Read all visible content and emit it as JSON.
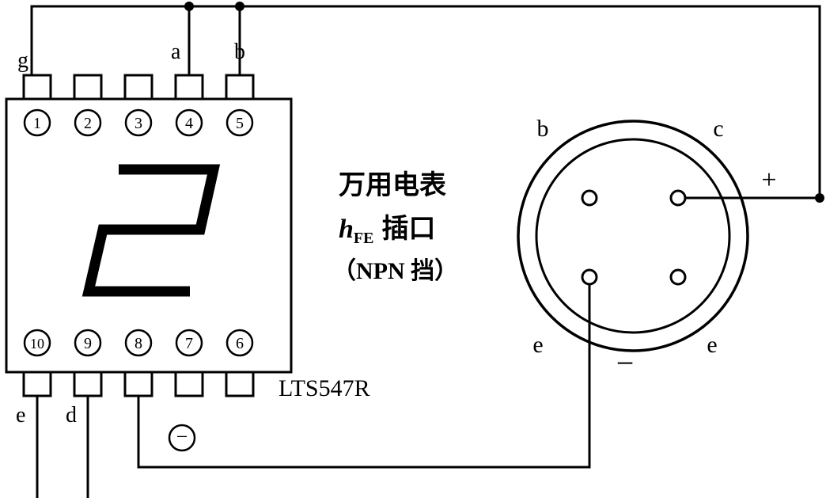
{
  "ic": {
    "part_number": "LTS547R",
    "digit": "2",
    "top_pins": [
      "1",
      "2",
      "3",
      "4",
      "5"
    ],
    "bottom_pins": [
      "10",
      "9",
      "8",
      "7",
      "6"
    ],
    "label_g": "g",
    "label_a": "a",
    "label_b": "b",
    "label_e": "e",
    "label_d": "d"
  },
  "caption": {
    "line1": "万用电表",
    "line2_h": "h",
    "line2_sub": "FE",
    "line2_rest": "插口",
    "line3": "（NPN 挡）"
  },
  "socket": {
    "label_top_left": "b",
    "label_top_right": "c",
    "label_bottom_left": "e",
    "label_bottom_right": "e",
    "plus": "+",
    "minus": "−"
  },
  "negative_symbol": "−",
  "colors": {
    "wire": "#000000",
    "background": "#ffffff"
  }
}
